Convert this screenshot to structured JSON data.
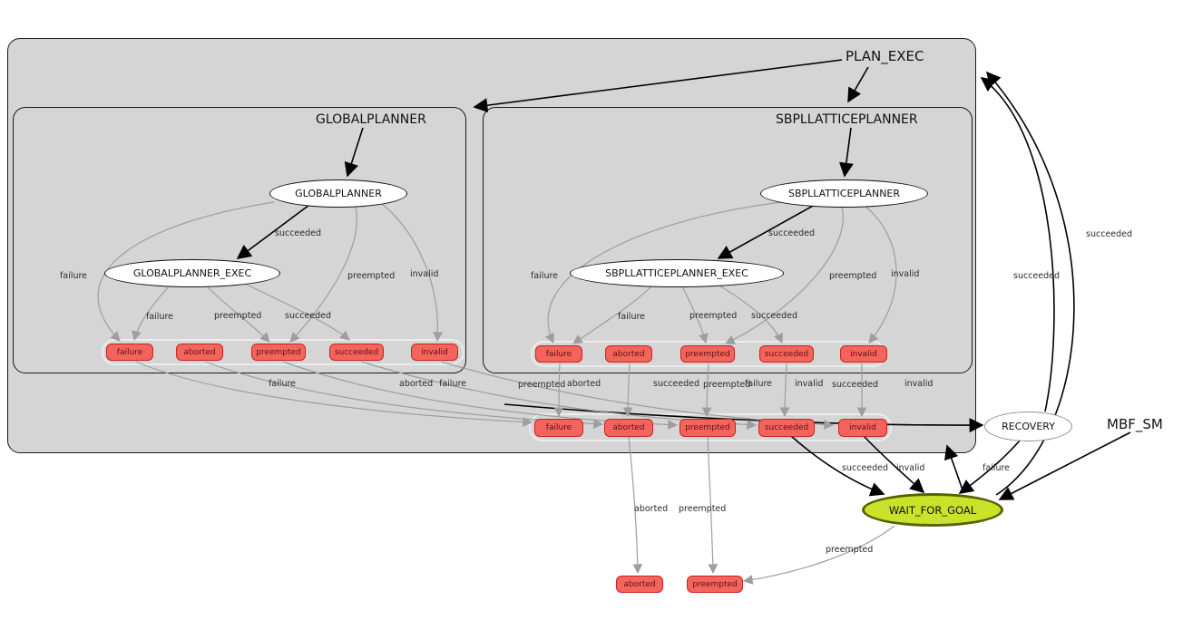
{
  "title": "MBF_SM",
  "containers": {
    "plan_exec": "PLAN_EXEC",
    "globalplanner": "GLOBALPLANNER",
    "sbpllatticeplanner": "SBPLLATTICEPLANNER"
  },
  "states": {
    "globalplanner": "GLOBALPLANNER",
    "globalplanner_exec": "GLOBALPLANNER_EXEC",
    "sbpllatticeplanner": "SBPLLATTICEPLANNER",
    "sbpllatticeplanner_exec": "SBPLLATTICEPLANNER_EXEC",
    "recovery": "RECOVERY",
    "wait_for_goal": "WAIT_FOR_GOAL"
  },
  "outcomes": {
    "globalplanner_row": [
      "failure",
      "aborted",
      "preempted",
      "succeeded",
      "invalid"
    ],
    "sbpllatticeplanner_row": [
      "failure",
      "aborted",
      "preempted",
      "succeeded",
      "invalid"
    ],
    "plan_exec_row": [
      "failure",
      "aborted",
      "preempted",
      "succeeded",
      "invalid"
    ],
    "terminal": [
      "aborted",
      "preempted"
    ]
  },
  "edge_labels": {
    "globalplanner": [
      "succeeded",
      "failure",
      "preempted",
      "invalid",
      "failure",
      "preempted",
      "succeeded"
    ],
    "sbpllatticeplanner": [
      "succeeded",
      "failure",
      "preempted",
      "invalid",
      "failure",
      "preempted",
      "succeeded"
    ],
    "plan_exec_band": [
      "failure",
      "aborted",
      "failure",
      "preempted",
      "aborted",
      "succeeded",
      "preempted",
      "failure",
      "invalid",
      "succeeded",
      "invalid"
    ],
    "right_side": [
      "succeeded",
      "succeeded",
      "succeeded",
      "invalid",
      "failure"
    ],
    "bottom": [
      "aborted",
      "preempted",
      "preempted"
    ]
  },
  "colors": {
    "outcome_fill": "#f4645c",
    "outcome_border": "#c62320",
    "active_fill": "#cbe22b",
    "active_border": "#566200",
    "container_fill": "#d5d5d5",
    "edge_gray": "#9e9e9e",
    "edge_black": "#000000"
  }
}
